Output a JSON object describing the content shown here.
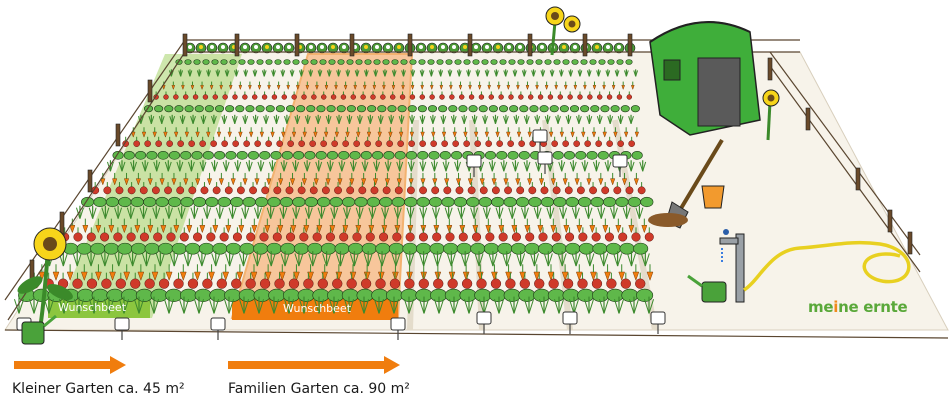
{
  "beds": {
    "small_label": "Wunschbeet",
    "family_label": "Wunschbeet"
  },
  "captions": {
    "small_garden": "Kleiner Garten ca. 45 m²",
    "family_garden": "Familien Garten ca. 90 m²"
  },
  "logo": {
    "part1": "me",
    "part2": "i",
    "part3": "ne ernte"
  },
  "colors": {
    "accent_orange": "#f07d0e",
    "small_bed_green": "#a5d46a",
    "brand_green": "#5aa83a",
    "shed_green": "#3fae3a"
  },
  "icons": [
    "sunflower-icon",
    "watering-can-icon",
    "garden-shed-icon",
    "spade-icon",
    "bucket-icon",
    "water-tap-icon",
    "garden-hose-icon"
  ]
}
